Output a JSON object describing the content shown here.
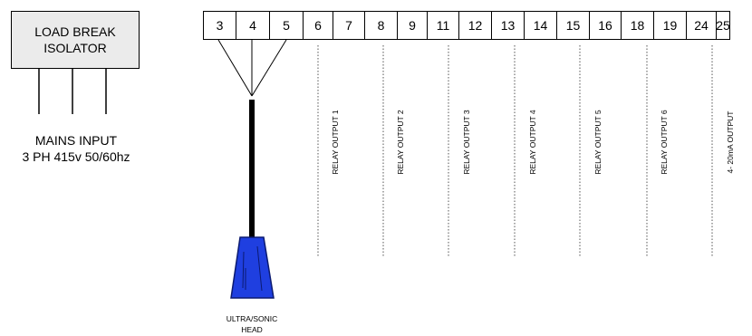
{
  "isolator": {
    "line1": "LOAD BREAK",
    "line2": "ISOLATOR"
  },
  "mains": {
    "line1": "MAINS INPUT",
    "line2": "3 PH 415v 50/60hz"
  },
  "terminals": [
    "3",
    "4",
    "5",
    "6",
    "7",
    "8",
    "9",
    "11",
    "12",
    "13",
    "14",
    "15",
    "16",
    "18",
    "19",
    "24",
    "25"
  ],
  "outputs": [
    "RELAY OUTPUT 1",
    "RELAY OUTPUT 2",
    "RELAY OUTPUT 3",
    "RELAY OUTPUT 4",
    "RELAY OUTPUT 5",
    "RELAY OUTPUT 6",
    "4- 20mA OUTPUT"
  ],
  "sensor": {
    "line1": "ULTRA/SONIC",
    "line2": "HEAD"
  },
  "colors": {
    "isolator_fill": "#ebebeb",
    "sensor_fill": "#1f3fe0",
    "sensor_outline": "#0b1a70"
  }
}
